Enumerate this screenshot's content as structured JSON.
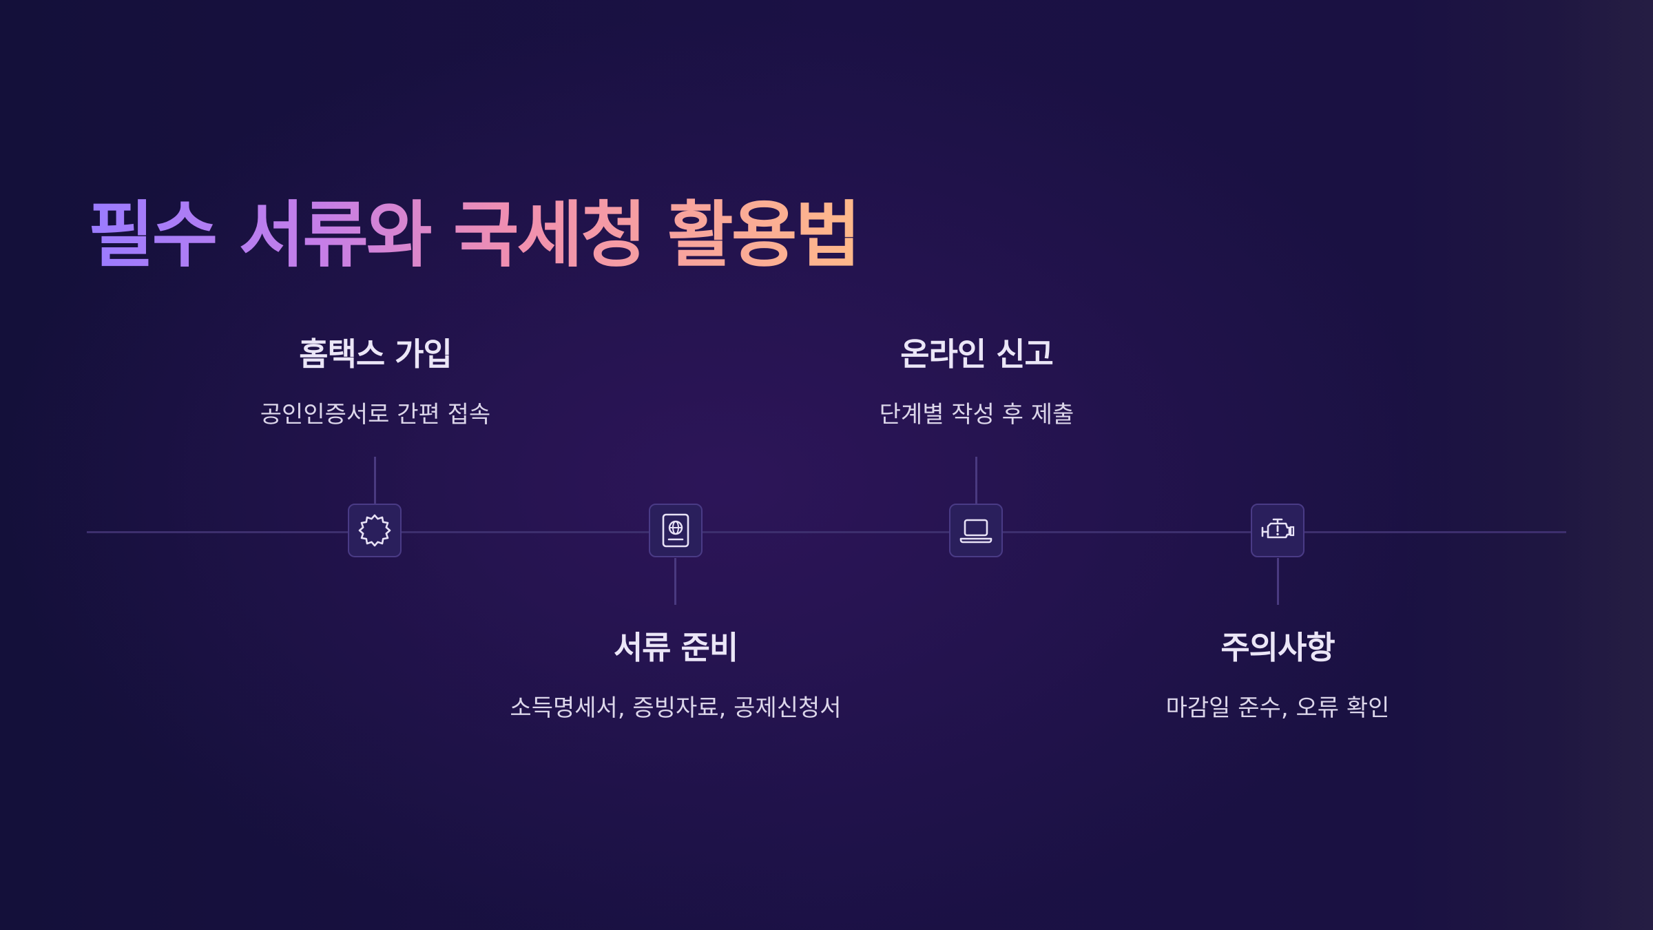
{
  "slide": {
    "title": "필수 서류와 국세청 활용법"
  },
  "steps": [
    {
      "title": "홈택스 가입",
      "description": "공인인증서로 간편 접속",
      "icon": "badge-icon"
    },
    {
      "title": "서류 준비",
      "description": "소득명세서, 증빙자료, 공제신청서",
      "icon": "passport-icon"
    },
    {
      "title": "온라인 신고",
      "description": "단계별 작성 후 제출",
      "icon": "laptop-icon"
    },
    {
      "title": "주의사항",
      "description": "마감일 준수, 오류 확인",
      "icon": "engine-warning-icon"
    }
  ],
  "colors": {
    "background": "#1b1145",
    "title_gradient": [
      "#9a7cff",
      "#c57ee8",
      "#f08fb0",
      "#ffb98a"
    ],
    "timeline_line": "#3d2f6e",
    "node_fill": "#2a1f5c",
    "node_border": "#4a3b86",
    "text": "#ebe6f7"
  }
}
